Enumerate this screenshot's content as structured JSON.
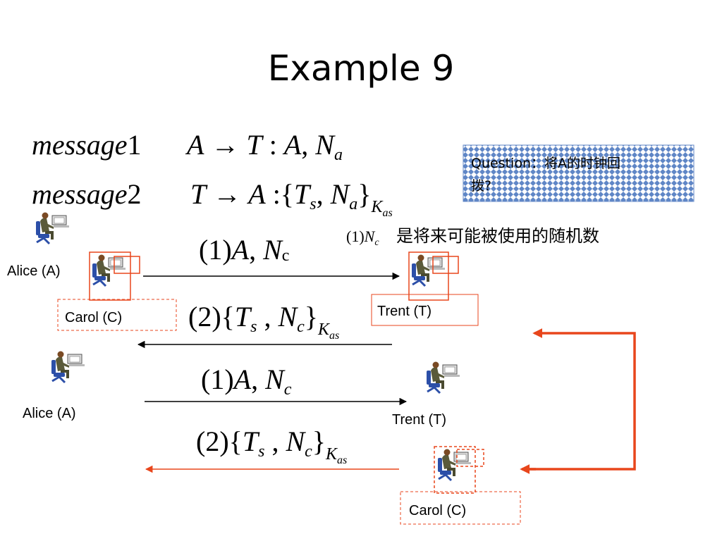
{
  "title": "Example 9",
  "messages": {
    "m1_word": "message",
    "m1_num": "1",
    "m1_body_a": "A",
    "m1_body_t": "T",
    "m1_sep": " : ",
    "m1_a2": "A",
    "m1_n": "N",
    "m1_sub": "a",
    "m2_word": "message",
    "m2_num": "2",
    "m2_t": "T",
    "m2_a": "A",
    "m2_sep": " :{",
    "m2_ts": "T",
    "m2_ts_sub": "s",
    "m2_n": "N",
    "m2_n_sub": "a",
    "m2_close": "}",
    "m2_k": "K",
    "m2_k_sub": "as"
  },
  "question": {
    "line1": "Question：将A的时钟回",
    "line2": "拨?"
  },
  "note": {
    "prefix": "(1)",
    "n": "N",
    "sub": "c",
    "text": "是将来可能被使用的随机数"
  },
  "labels": {
    "alice_top": "Alice (A)",
    "carol_top": "Carol (C)",
    "trent_top": "Trent (T)",
    "alice_bottom": "Alice (A)",
    "trent_bottom": "Trent (T)",
    "carol_bottom": "Carol (C)"
  },
  "arrows": {
    "a1_prefix": "(1)",
    "a1_a": "A",
    "a1_comma": ", ",
    "a1_n": "N",
    "a1_sub": "c",
    "a2_prefix": "(2){",
    "a2_t": "T",
    "a2_t_sub": "s",
    "a2_comma": " , ",
    "a2_n": "N",
    "a2_n_sub": "c",
    "a2_close": "}",
    "a2_k": "K",
    "a2_k_sub": "as",
    "b1_prefix": "(1)",
    "b1_a": "A",
    "b1_comma": ", ",
    "b1_n": "N",
    "b1_sub": "c",
    "b2_prefix": "(2){",
    "b2_t": "T",
    "b2_t_sub": "s",
    "b2_comma": " , ",
    "b2_n": "N",
    "b2_n_sub": "c",
    "b2_close": "}",
    "b2_k": "K",
    "b2_k_sub": "as"
  },
  "colors": {
    "accent": "#e8461c",
    "box_border": "#e8461c",
    "question_bg": "#5f86c6"
  }
}
